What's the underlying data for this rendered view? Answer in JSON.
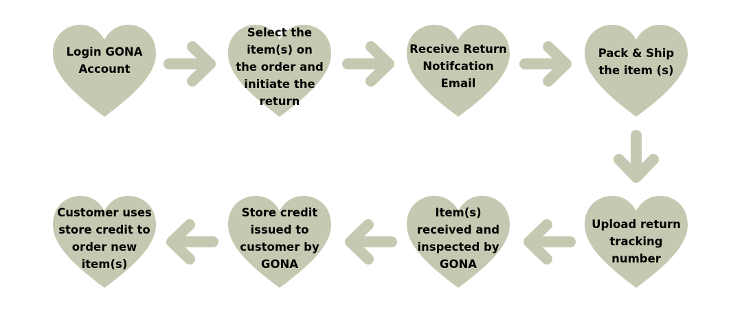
{
  "colors": {
    "shape": "#c5c9b1",
    "text": "#000000",
    "background": "#ffffff"
  },
  "steps": [
    {
      "lines": [
        "Login GONA",
        "Account"
      ]
    },
    {
      "lines": [
        "Select the",
        "item(s) on",
        "the order and",
        "initiate the",
        "return"
      ]
    },
    {
      "lines": [
        "Receive Return",
        "Notifcation",
        "Email"
      ]
    },
    {
      "lines": [
        "Pack & Ship",
        "the item (s)"
      ]
    },
    {
      "lines": [
        "Upload return",
        "tracking",
        "number"
      ]
    },
    {
      "lines": [
        "Item(s)",
        "received and",
        "inspected by",
        "GONA"
      ]
    },
    {
      "lines": [
        "Store credit",
        "issued to",
        "customer by",
        "GONA"
      ]
    },
    {
      "lines": [
        "Customer uses",
        "store credit to",
        "order new",
        "item(s)"
      ]
    }
  ],
  "arrows": [
    {
      "direction": "right"
    },
    {
      "direction": "right"
    },
    {
      "direction": "right"
    },
    {
      "direction": "down"
    },
    {
      "direction": "left"
    },
    {
      "direction": "left"
    },
    {
      "direction": "left"
    }
  ]
}
